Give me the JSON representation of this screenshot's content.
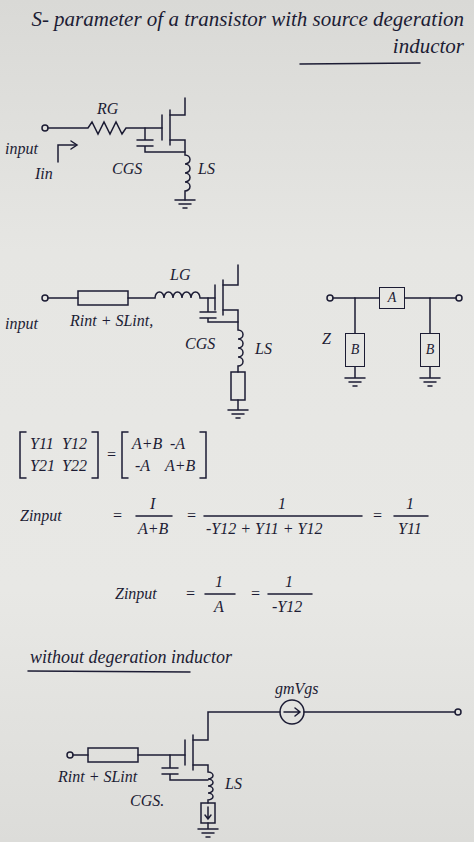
{
  "diagram": {
    "title": "S- parameter of a transistor with source degeration inductor",
    "nodes": [
      {
        "text": [
          "A"
        ]
      },
      {
        "text": [
          "B"
        ]
      },
      {
        "text": [
          "B"
        ]
      }
    ],
    "edges": [
      {
        "from": 0,
        "to": 1,
        "arrow": "none"
      },
      {
        "from": 0,
        "to": 2,
        "arrow": "none"
      }
    ],
    "labels": [
      "RG",
      "input",
      "Iin",
      "CGS",
      "LS",
      "LG",
      "input",
      "Rint + SLint,",
      "CGS",
      "LS",
      "Z",
      "Y11",
      "Y12",
      "Y21",
      "Y22",
      "=",
      "A+B",
      "-A",
      "-A",
      "A+B",
      "Zinput",
      "=",
      "I",
      "A+B",
      "=",
      "1",
      "-Y12 + Y11 + Y12",
      "=",
      "1",
      "Y11",
      "Zinput",
      "=",
      "1",
      "A",
      "=",
      "1",
      "-Y12",
      "without degeration inductor",
      "Rint + SLint",
      "CGS.",
      "LS",
      "gmVgs"
    ]
  }
}
